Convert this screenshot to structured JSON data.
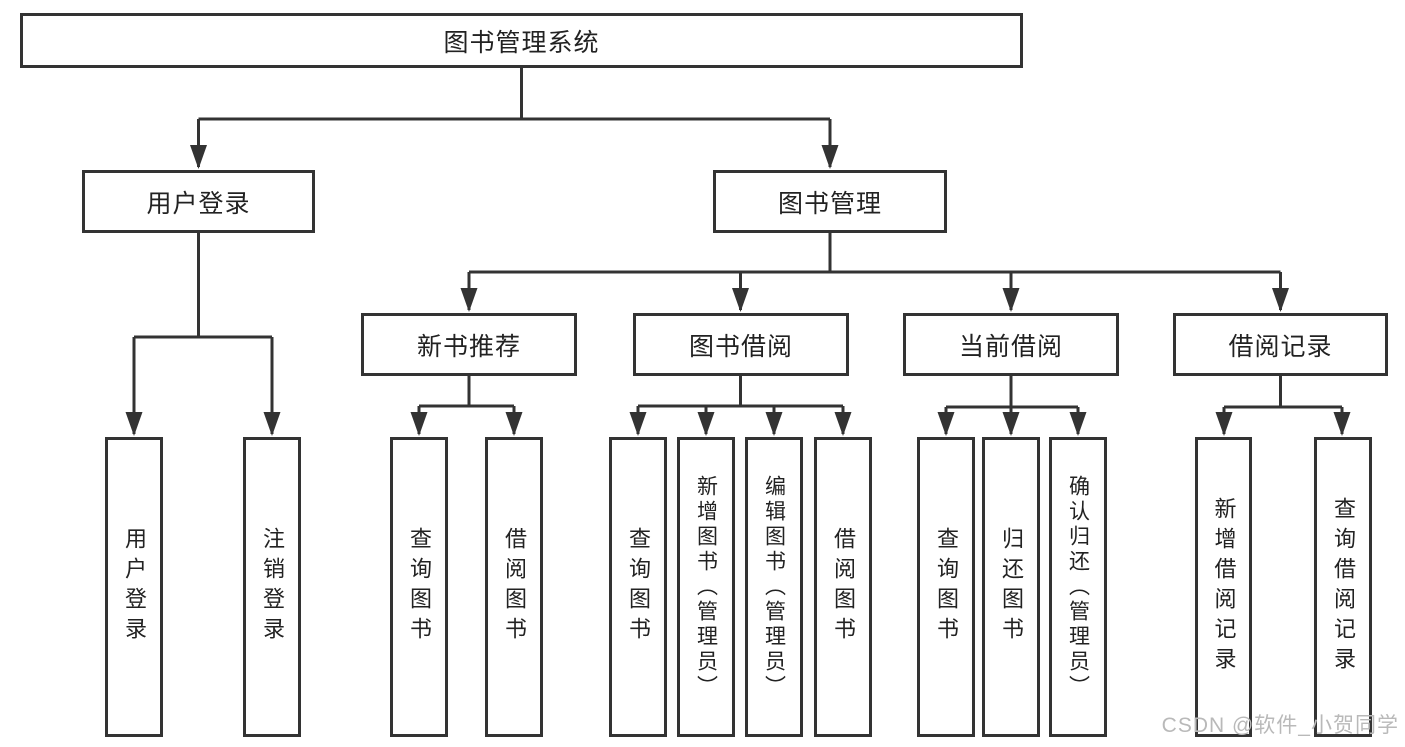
{
  "tree": {
    "root": {
      "label": "图书管理系统"
    },
    "level2": [
      {
        "label": "用户登录",
        "children": [
          {
            "label": "用户登录"
          },
          {
            "label": "注销登录"
          }
        ]
      },
      {
        "label": "图书管理",
        "children": [
          {
            "label": "新书推荐",
            "children": [
              {
                "label": "查询图书"
              },
              {
                "label": "借阅图书"
              }
            ]
          },
          {
            "label": "图书借阅",
            "children": [
              {
                "label": "查询图书"
              },
              {
                "label": "新增图书（管理员）"
              },
              {
                "label": "编辑图书（管理员）"
              },
              {
                "label": "借阅图书"
              }
            ]
          },
          {
            "label": "当前借阅",
            "children": [
              {
                "label": "查询图书"
              },
              {
                "label": "归还图书"
              },
              {
                "label": "确认归还（管理员）"
              }
            ]
          },
          {
            "label": "借阅记录",
            "children": [
              {
                "label": "新增借阅记录"
              },
              {
                "label": "查询借阅记录"
              }
            ]
          }
        ]
      }
    ]
  },
  "watermark": {
    "text": "CSDN @软件_小贺同学",
    "color": "#b9b9b9"
  },
  "colors": {
    "line": "#333333",
    "box_border": "#333333",
    "box_background": "#ffffff",
    "label_text": "#222222"
  }
}
